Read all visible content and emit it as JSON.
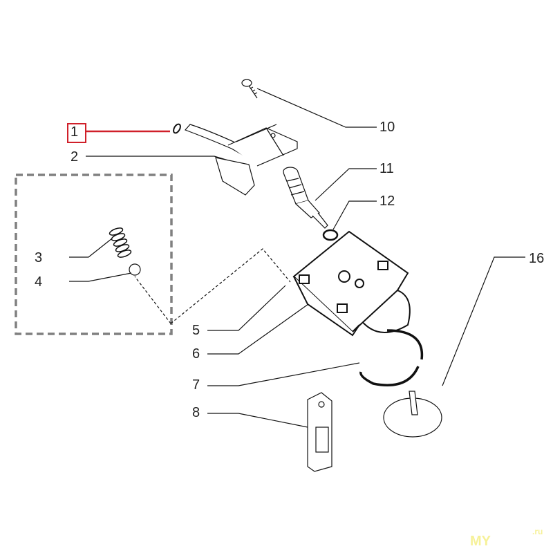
{
  "diagram": {
    "callouts": [
      {
        "id": "1",
        "label": "1",
        "selected": true
      },
      {
        "id": "2",
        "label": "2"
      },
      {
        "id": "3",
        "label": "3"
      },
      {
        "id": "4",
        "label": "4"
      },
      {
        "id": "5",
        "label": "5"
      },
      {
        "id": "6",
        "label": "6"
      },
      {
        "id": "7",
        "label": "7"
      },
      {
        "id": "8",
        "label": "8"
      },
      {
        "id": "10",
        "label": "10"
      },
      {
        "id": "11",
        "label": "11"
      },
      {
        "id": "12",
        "label": "12"
      },
      {
        "id": "16",
        "label": "16"
      }
    ],
    "highlight_color": "#d0202a",
    "watermark": {
      "left": "MY",
      "right": ".ru"
    }
  }
}
